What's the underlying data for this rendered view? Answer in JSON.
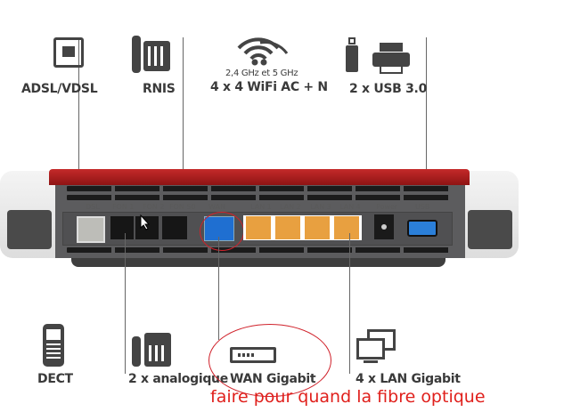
{
  "top_labels": {
    "dsl": "ADSL/VDSL",
    "isdn": "RNIS",
    "wifi_bands": "2,4 GHz et 5 GHz",
    "wifi": "4 x 4 WiFi AC + N",
    "usb": "2 x USB 3.0"
  },
  "bottom_labels": {
    "dect": "DECT",
    "analog": "2 x analogique",
    "wan": "WAN Gigabit",
    "lan": "4 x LAN Gigabit"
  },
  "ports": {
    "dsl": "DSL",
    "fon1": "FON 1",
    "fon2": "FON 2",
    "fons0": "FON S0",
    "wan": "WAN",
    "lan1": "LAN 1",
    "lan2": "LAN 2",
    "lan3": "LAN 3",
    "lan4": "LAN 4",
    "power": "Power",
    "usb": "USB"
  },
  "annotation": "faire pour quand la fibre optique",
  "colors": {
    "router_red": "#a81c1c",
    "wan_port": "#1f6fd1",
    "lan_port": "#e8a040",
    "annotation": "#e0201c"
  }
}
